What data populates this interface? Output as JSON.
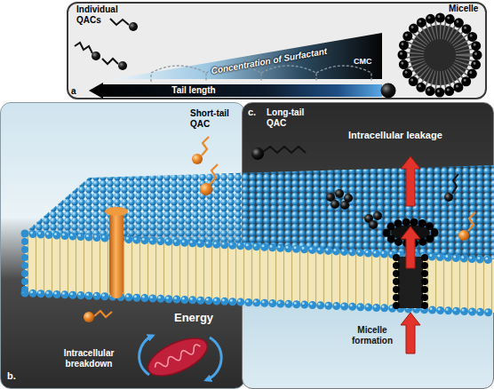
{
  "diagram": {
    "nodes": [
      {
        "text": [
          "Individual QACs",
          "CMC",
          "Micelle",
          "a"
        ]
      },
      {
        "text": [
          "Concentration of Surfactant"
        ],
        "in": 0
      },
      {
        "text": [
          "Tail length"
        ],
        "in": 0
      },
      {
        "text": [
          "Short-tail QAC",
          "Intracellular breakdown",
          "Energy",
          "b."
        ]
      },
      {
        "text": [
          "Long-tail QAC",
          "Intracellular leakage",
          "Micelle formation",
          "c."
        ]
      }
    ]
  }
}
